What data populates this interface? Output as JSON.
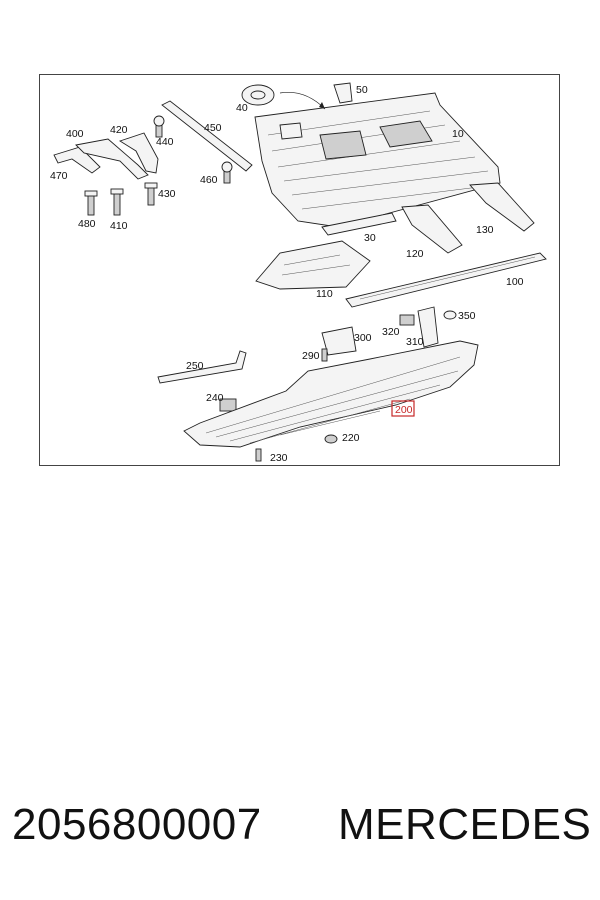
{
  "diagram": {
    "callouts": {
      "c10": "10",
      "c30": "30",
      "c40": "40",
      "c50": "50",
      "c100": "100",
      "c110": "110",
      "c120": "120",
      "c130": "130",
      "c200": "200",
      "c220": "220",
      "c230": "230",
      "c240": "240",
      "c250": "250",
      "c290": "290",
      "c300": "300",
      "c310": "310",
      "c320": "320",
      "c350": "350",
      "c400": "400",
      "c410": "410",
      "c420": "420",
      "c430": "430",
      "c440": "440",
      "c450": "450",
      "c460": "460",
      "c470": "470",
      "c480": "480"
    },
    "highlight_color": "#c62828"
  },
  "footer": {
    "part_number": "2056800007",
    "brand": "MERCEDES"
  }
}
